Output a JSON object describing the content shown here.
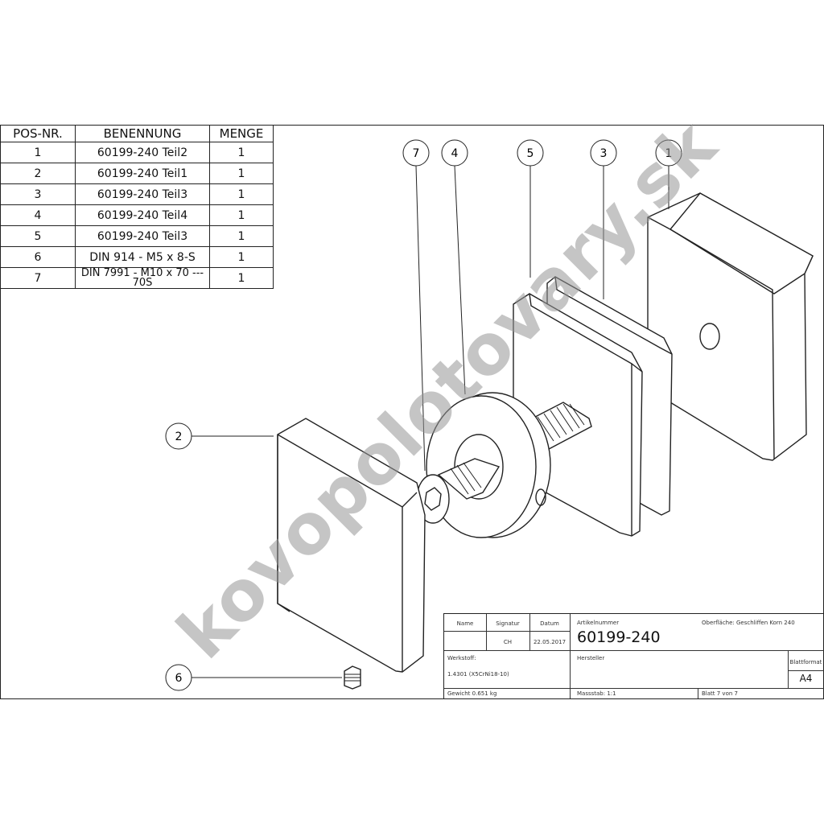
{
  "bom": {
    "headers": [
      "POS-NR.",
      "BENENNUNG",
      "MENGE"
    ],
    "rows": [
      {
        "pos": "1",
        "name": "60199-240 Teil2",
        "qty": "1"
      },
      {
        "pos": "2",
        "name": "60199-240 Teil1",
        "qty": "1"
      },
      {
        "pos": "3",
        "name": "60199-240 Teil3",
        "qty": "1"
      },
      {
        "pos": "4",
        "name": "60199-240 Teil4",
        "qty": "1"
      },
      {
        "pos": "5",
        "name": "60199-240 Teil3",
        "qty": "1"
      },
      {
        "pos": "6",
        "name": "DIN 914 - M5 x 8-S",
        "qty": "1"
      },
      {
        "pos": "7",
        "name": "DIN 7991 - M10 x 70 --- 70S",
        "qty": "1"
      }
    ]
  },
  "balloons": [
    "7",
    "4",
    "5",
    "3",
    "1",
    "2",
    "6"
  ],
  "watermark": "kovopolotovary.sk",
  "title_block": {
    "name_label": "Name",
    "signatur_label": "Signatur",
    "datum_label": "Datum",
    "signatur": "CH",
    "datum": "22.05.2017",
    "artikel_label": "Artikelnummer",
    "artikel": "60199-240",
    "oberflaeche": "Oberfläche:  Geschliffen Korn 240",
    "werkstoff_label": "Werkstoff:",
    "werkstoff": "1.4301 (X5CrNi18-10)",
    "hersteller_label": "Hersteller",
    "blattformat_label": "Blattformat",
    "blattformat": "A4",
    "gewicht": "Gewicht 0.651 kg",
    "massstab": "Massstab: 1:1",
    "blatt": "Blatt 7 von 7"
  }
}
